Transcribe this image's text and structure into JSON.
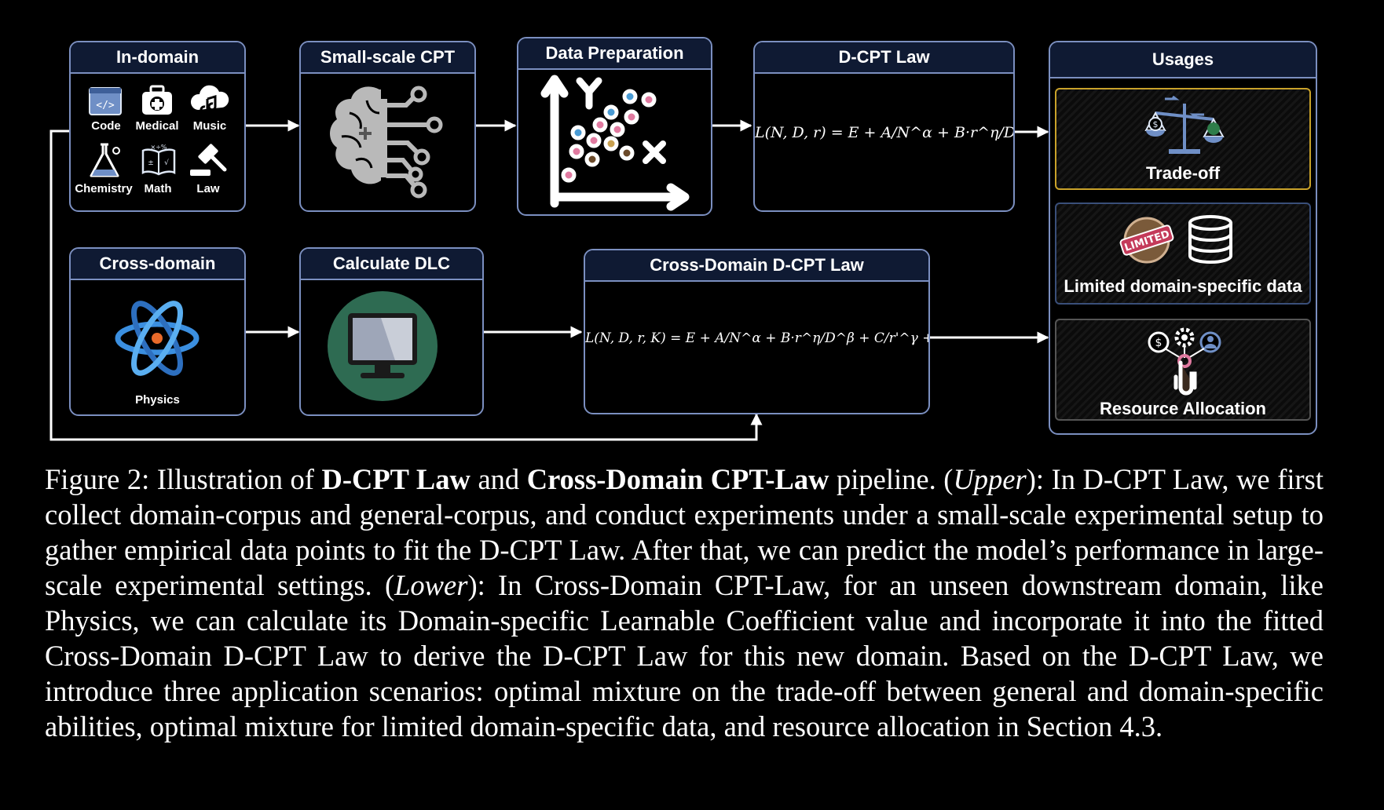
{
  "in_domain": {
    "title": "In-domain",
    "items": [
      "Code",
      "Medical",
      "Music",
      "Chemistry",
      "Math",
      "Law"
    ]
  },
  "small_cpt": {
    "title": "Small-scale CPT"
  },
  "data_prep": {
    "title": "Data Preparation"
  },
  "dcpt_law": {
    "title": "D-CPT Law",
    "formula": "L(N, D, r) = E + A/N^α + B·r^η/D^β + C/r'^γ"
  },
  "usages": {
    "title": "Usages",
    "cards": [
      "Trade-off",
      "Limited domain-specific data",
      "Resource Allocation"
    ],
    "badge": "LIMITED"
  },
  "cross_domain": {
    "title": "Cross-domain",
    "item": "Physics"
  },
  "calc_dlc": {
    "title": "Calculate DLC"
  },
  "cross_law": {
    "title": "Cross-Domain D-CPT Law",
    "formula": "L(N, D, r, K) = E + A/N^α + B·r^η/D^β + C/r'^γ + F/K^μ"
  },
  "caption": {
    "label": "Figure 2:",
    "t1": " Illustration of ",
    "b1": "D-CPT Law",
    "t2": " and ",
    "b2": "Cross-Domain CPT-Law",
    "t3": " pipeline. (",
    "i1": "Upper",
    "t4": "): In D-CPT Law, we first collect domain-corpus and general-corpus, and conduct experiments under a small-scale experimental setup to gather empirical data points to fit the D-CPT Law. After that, we can predict the model’s performance in large-scale experimental settings. (",
    "i2": "Lower",
    "t5": "): In Cross-Domain CPT-Law, for an unseen downstream domain, like Physics, we can calculate its Domain-specific Learnable Coefficient value and incorporate it into the fitted Cross-Domain D-CPT Law to derive the D-CPT Law for this new domain.  Based on the D-CPT Law, we introduce three application scenarios: optimal mixture on the trade-off between general and domain-specific abilities, optimal mixture for limited domain-specific data, and resource allocation in Section 4.3."
  },
  "colors": {
    "border": "#7b8fc0",
    "header_bg": "#0f1a33",
    "background": "#000000"
  }
}
